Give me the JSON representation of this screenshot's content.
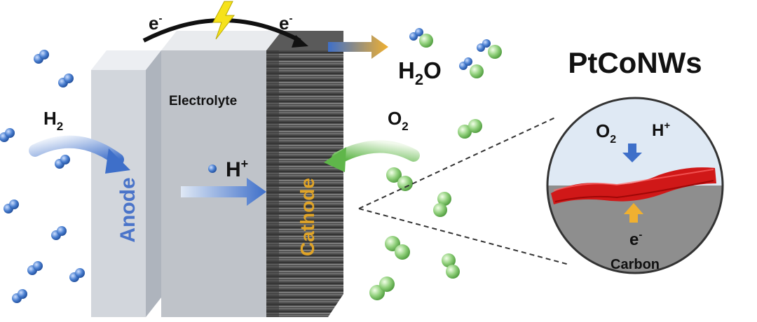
{
  "labels": {
    "e_left": "e",
    "e_left_sup": "-",
    "e_right": "e",
    "e_right_sup": "-",
    "h2o_h": "H",
    "h2o_sub": "2",
    "h2o_o": "O",
    "h2_h": "H",
    "h2_sub": "2",
    "electrolyte": "Electrolyte",
    "o2_o": "O",
    "o2_sub": "2",
    "hplus_h": "H",
    "hplus_sup": "+",
    "anode": "Anode",
    "cathode": "Cathode",
    "title": "PtCoNWs",
    "inset_o2_o": "O",
    "inset_o2_sub": "2",
    "inset_h": "H",
    "inset_h_sup": "+",
    "inset_e": "e",
    "inset_e_sup": "-",
    "carbon": "Carbon"
  },
  "colors": {
    "hydrogen": "#4a7fd0",
    "oxygen": "#8fcf7a",
    "anode_text": "#4a74c9",
    "cathode_text": "#e0a428",
    "arrow_blue": "#3e6fc9",
    "arrow_green": "#6fc05a",
    "arrow_orange": "#f0b030",
    "nanowire": "#d01818",
    "bolt": "#f6e21a"
  },
  "icons": [
    "lightning-bolt-icon",
    "hydrogen-molecule-icon",
    "oxygen-molecule-icon"
  ]
}
